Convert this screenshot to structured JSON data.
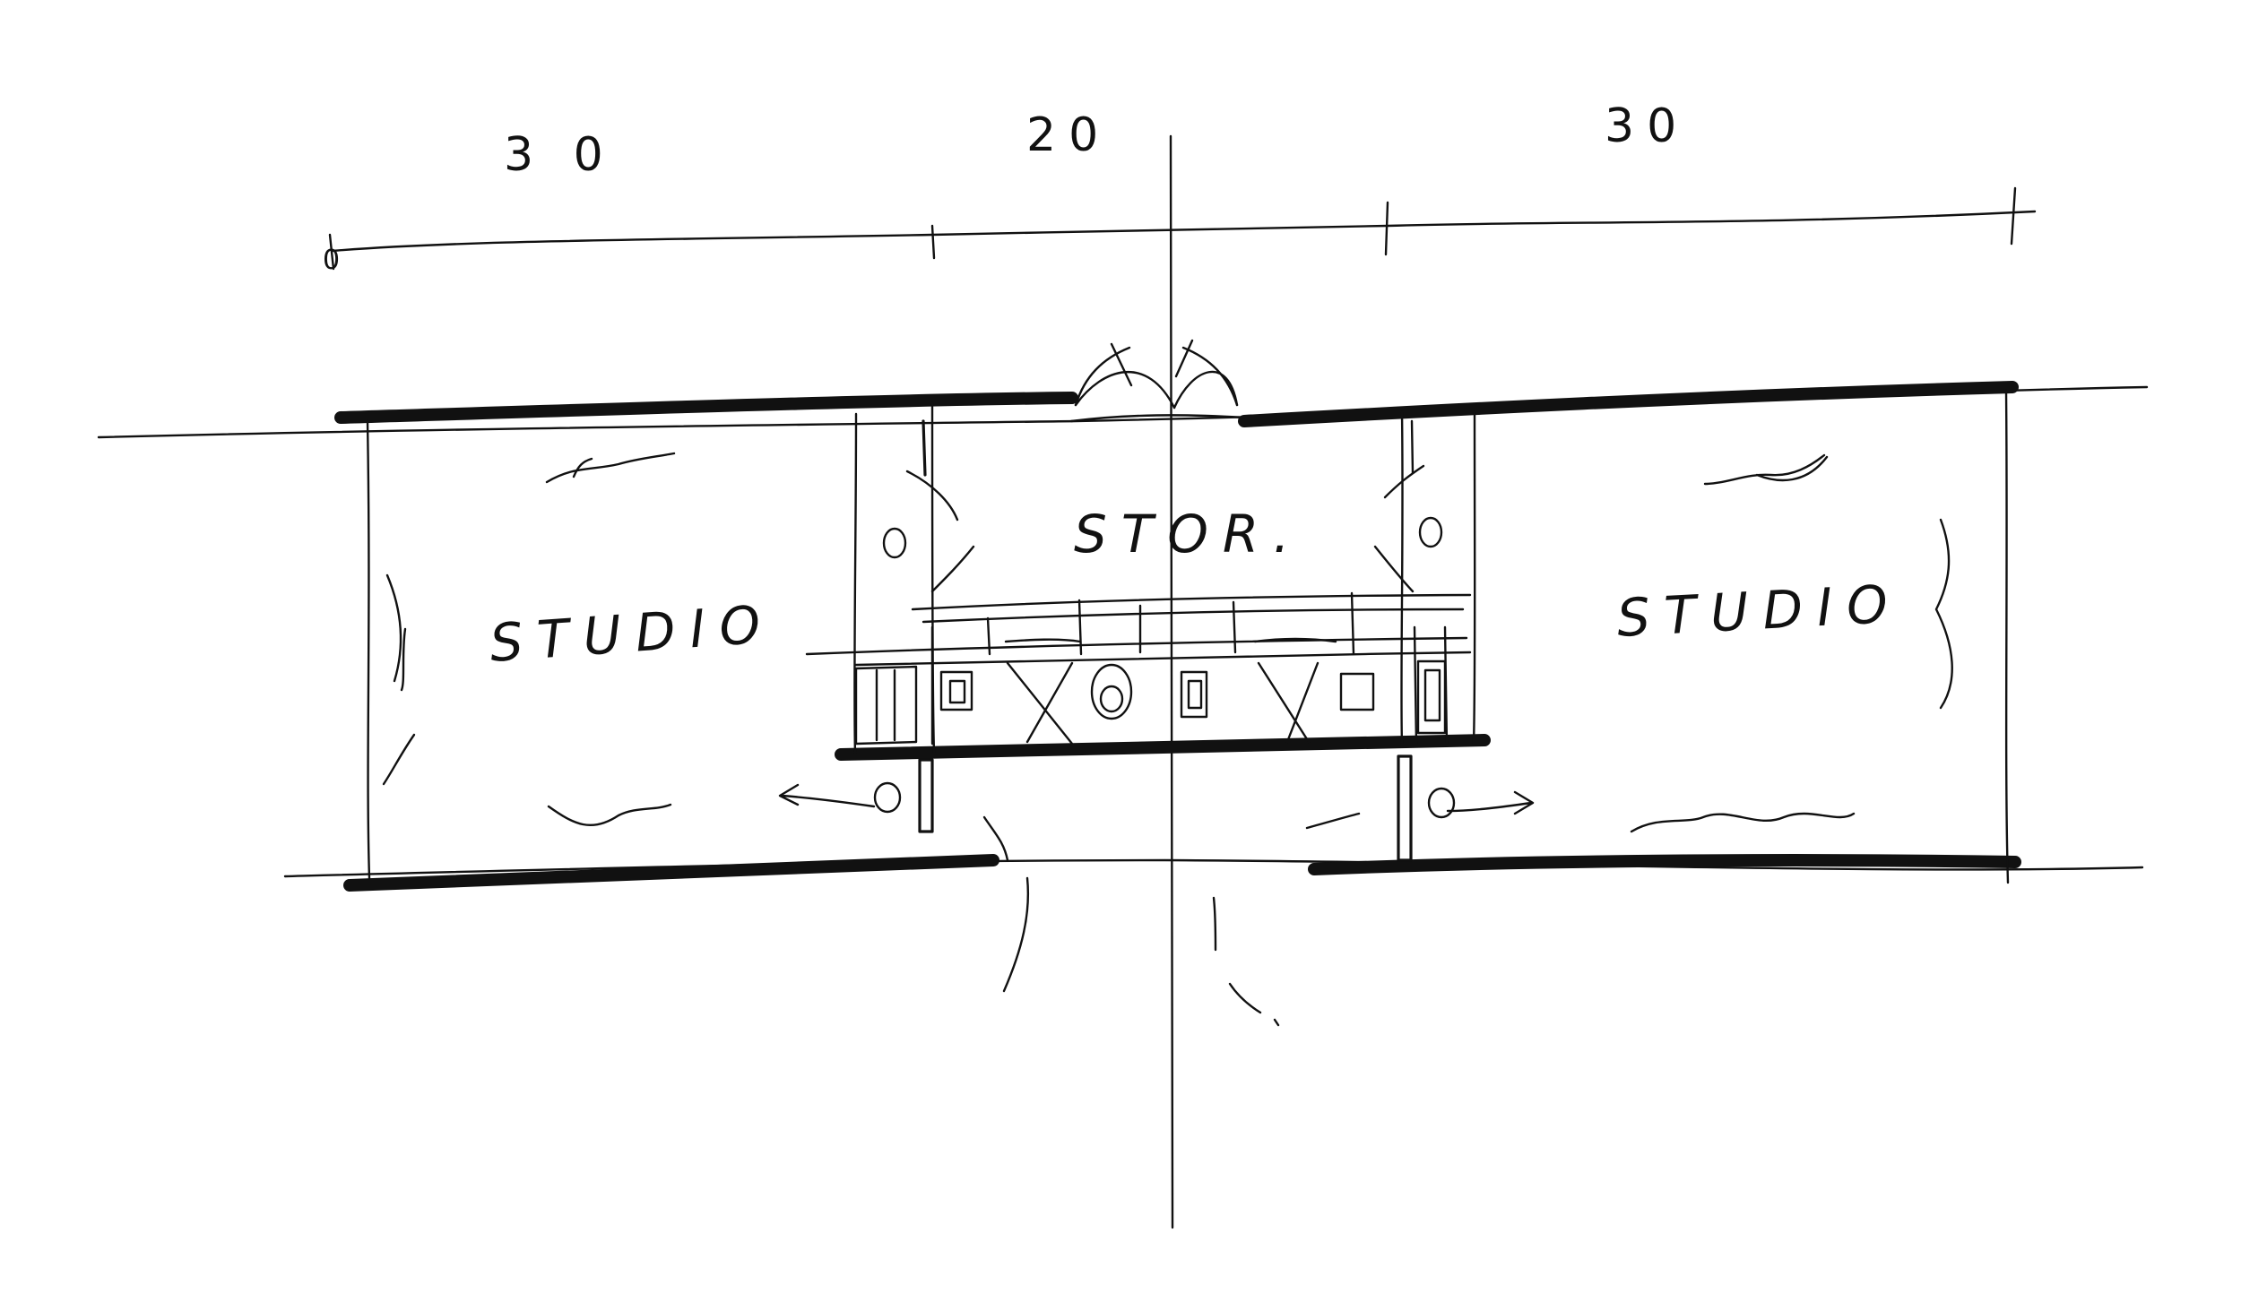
{
  "dimensions": {
    "left": "3 0",
    "center": "20",
    "right": "30",
    "origin": "0"
  },
  "rooms": {
    "studio_left": "STUDIO",
    "stor": "STOR.",
    "studio_right": "STUDIO"
  },
  "colors": {
    "ink": "#111111",
    "paper": "#ffffff"
  }
}
